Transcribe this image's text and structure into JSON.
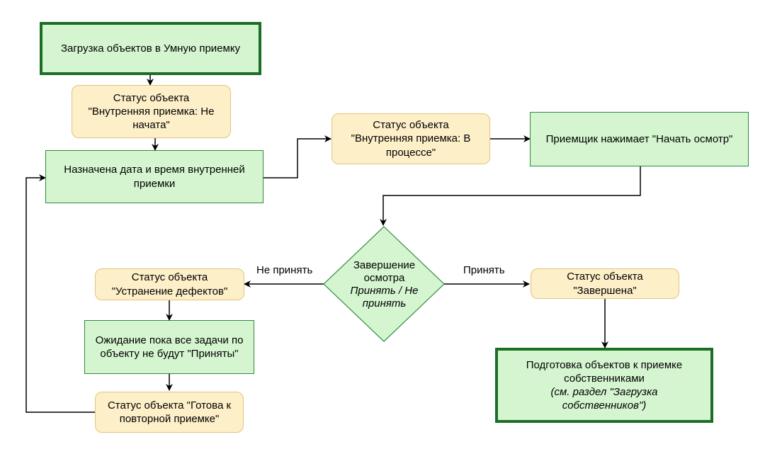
{
  "nodes": {
    "load_objects": "Загрузка объектов в Умную приемку",
    "status_not_started": [
      "Статус объекта",
      "\"Внутренняя приемка: Не",
      "начата\""
    ],
    "date_assigned": [
      "Назначена дата и время внутренней",
      "приемки"
    ],
    "status_in_progress": [
      "Статус объекта",
      "\"Внутренняя приемка: В",
      "процессе\""
    ],
    "start_inspection": "Приемщик нажимает \"Начать осмотр\"",
    "decision": {
      "line1": "Завершение",
      "line2": "осмотра",
      "line3": "Принять / Не",
      "line4": "принять"
    },
    "status_defects": [
      "Статус объекта",
      "\"Устранение дефектов\""
    ],
    "waiting_tasks": [
      "Ожидание пока все задачи по",
      "объекту не будут \"Приняты\""
    ],
    "status_ready_again": [
      "Статус объекта \"Готова к",
      "повторной приемке\""
    ],
    "status_completed": [
      "Статус объекта",
      "\"Завершена\""
    ],
    "prepare_owners": {
      "line1": "Подготовка объектов к приемке",
      "line2": "собственниками",
      "line3": "(см. раздел \"Загрузка",
      "line4": "собственников\")"
    }
  },
  "edge_labels": {
    "reject": "Не принять",
    "accept": "Принять"
  },
  "colors": {
    "process_fill": "#d5f5d0",
    "process_border": "#2e8b3a",
    "status_fill": "#fdefc8",
    "status_border": "#e2c47d",
    "arrow": "#000000"
  }
}
